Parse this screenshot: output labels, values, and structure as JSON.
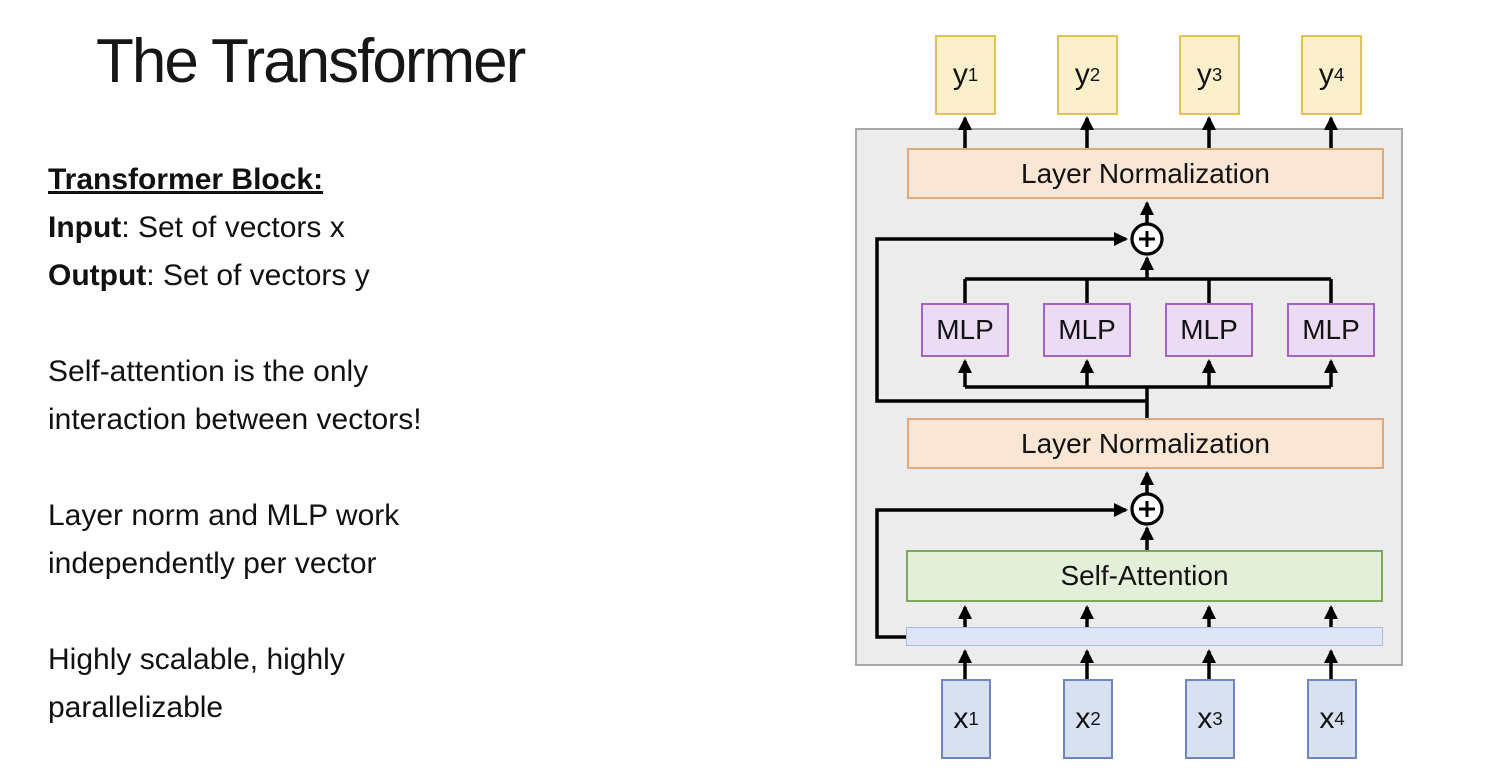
{
  "theme": {
    "canvas_bg": "#ffffff",
    "text_color": "#141414",
    "line_color": "#000000",
    "container_fill": "#ececec",
    "container_border": "#a9a9a9",
    "output_fill": "#fbf0cb",
    "output_border": "#e3c254",
    "norm_fill": "#fae6d4",
    "norm_border": "#e2a97b",
    "mlp_fill": "#ebdcf3",
    "mlp_border": "#a463c4",
    "attn_fill": "#e4efd9",
    "attn_border": "#7baa5e",
    "embed_fill": "#dee5f5",
    "embed_border": "#a9bbdf",
    "input_fill": "#d8e1f2",
    "input_border": "#6e86bd"
  },
  "left_panel": {
    "title": "The Transformer",
    "block_heading": "Transformer Block:",
    "io_lines": [
      {
        "bold": "Input",
        "rest": ": Set of vectors x"
      },
      {
        "bold": "Output",
        "rest": ": Set of vectors y"
      }
    ],
    "points": [
      {
        "line1": "Self-attention is the only",
        "line2": "interaction between vectors!"
      },
      {
        "line1": "Layer norm and MLP work",
        "line2": "independently per vector"
      },
      {
        "line1": "Highly scalable, highly",
        "line2": "parallelizable"
      }
    ]
  },
  "diagram": {
    "layer_norm_top": "Layer Normalization",
    "layer_norm_mid": "Layer Normalization",
    "self_attention": "Self-Attention",
    "mlps": [
      "MLP",
      "MLP",
      "MLP",
      "MLP"
    ],
    "outputs": [
      {
        "base": "y",
        "sub": "1"
      },
      {
        "base": "y",
        "sub": "2"
      },
      {
        "base": "y",
        "sub": "3"
      },
      {
        "base": "y",
        "sub": "4"
      }
    ],
    "inputs": [
      {
        "base": "x",
        "sub": "1"
      },
      {
        "base": "x",
        "sub": "2"
      },
      {
        "base": "x",
        "sub": "3"
      },
      {
        "base": "x",
        "sub": "4"
      }
    ]
  }
}
